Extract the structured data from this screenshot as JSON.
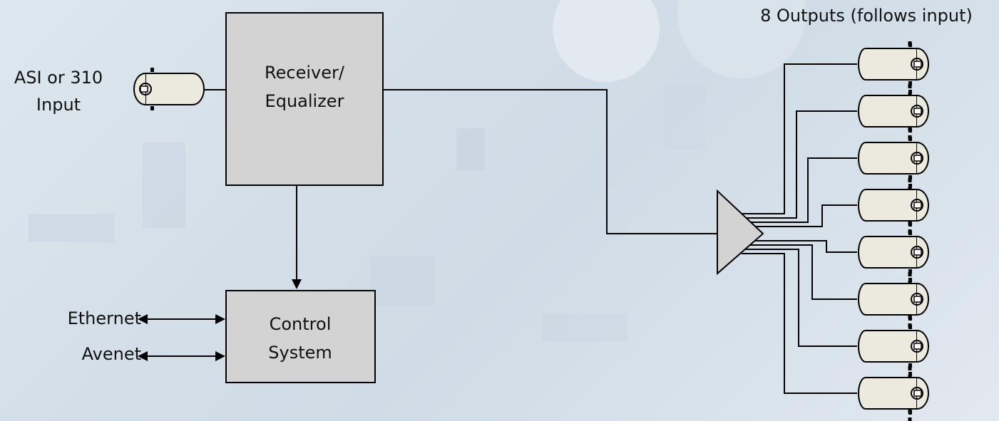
{
  "inputs": {
    "main_input_line1": "ASI or 310",
    "main_input_line2": "Input"
  },
  "blocks": {
    "receiver_line1": "Receiver/",
    "receiver_line2": "Equalizer",
    "control_line1": "Control",
    "control_line2": "System"
  },
  "ports": {
    "ethernet": "Ethernet",
    "avenet": "Avenet"
  },
  "outputs": {
    "title": "8 Outputs (follows input)",
    "count": 8
  },
  "colors": {
    "block_fill": "#d3d3d3",
    "stroke": "#000000",
    "connector_fill": "#eceadf"
  }
}
